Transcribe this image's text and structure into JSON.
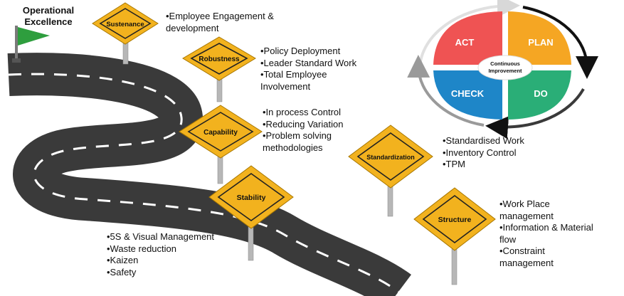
{
  "title": "Operational Excellence",
  "signs": {
    "sustenance": "Sustenance",
    "robustness": "Robustness",
    "capability": "Capability",
    "standardization": "Standardization",
    "stability": "Stability",
    "structure": "Structure"
  },
  "bullets": {
    "sustenance": [
      "•Employee Engagement &",
      "development"
    ],
    "robustness": [
      "•Policy Deployment",
      "•Leader Standard Work",
      "•Total Employee",
      "Involvement"
    ],
    "capability": [
      "•In process Control",
      "•Reducing Variation",
      "•Problem solving",
      "methodologies"
    ],
    "standardization": [
      "•Standardised Work",
      "•Inventory Control",
      "•TPM"
    ],
    "stability": [
      "•5S & Visual Management",
      "•Waste reduction",
      "•Kaizen",
      "•Safety"
    ],
    "structure": [
      "•Work Place",
      "management",
      "•Information & Material",
      "flow",
      "•Constraint",
      "management"
    ]
  },
  "pdca": {
    "act": "ACT",
    "plan": "PLAN",
    "check": "CHECK",
    "do": "DO",
    "center_line1": "Continuous",
    "center_line2": "Improvement"
  },
  "colors": {
    "sign": "#F2B21E",
    "road": "#3A3A3A",
    "flag": "#2E9E3E",
    "act": "#EF5353",
    "plan": "#F5A623",
    "check": "#1E86C8",
    "do": "#2AAE77"
  }
}
